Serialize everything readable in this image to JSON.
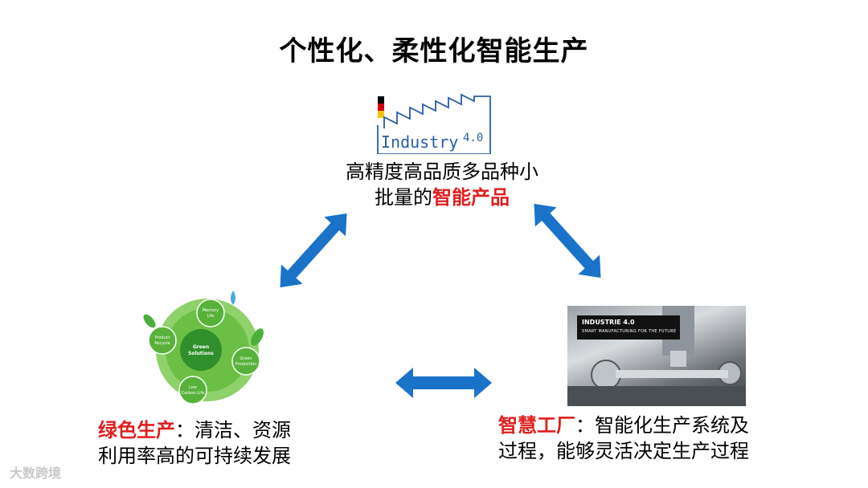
{
  "title": "个性化、柔性化智能生产",
  "top": {
    "logo_text": "Industry",
    "logo_version": "4.0",
    "line1": "高精度高品质多品种小",
    "line2_prefix": "批量的",
    "line2_highlight": "智能产品"
  },
  "bottom_left": {
    "highlight": "绿色生产",
    "line1_rest": "：清洁、资源",
    "line2": "利用率高的可持续发展",
    "graphic": {
      "center": "Green Solutions",
      "bubbles": [
        "Memory Life",
        "Green Production",
        "Low Carbon Life",
        "Product Recycle"
      ]
    }
  },
  "bottom_right": {
    "highlight": "智慧工厂",
    "line1_rest": "：智能化生产系统及",
    "line2": "过程，能够灵活决定生产过程",
    "photo": {
      "title": "INDUSTRIE 4.0",
      "subtitle": "SMART MANUFACTURING FOR THE FUTURE"
    }
  },
  "watermark": "大数跨境",
  "colors": {
    "accent_red": "#e01e1e",
    "arrow_blue": "#1a73c8",
    "green": "#4caf3a"
  },
  "icons": [
    "factory-icon",
    "double-arrow-icon",
    "green-globe-icon",
    "cnc-machine-photo"
  ]
}
